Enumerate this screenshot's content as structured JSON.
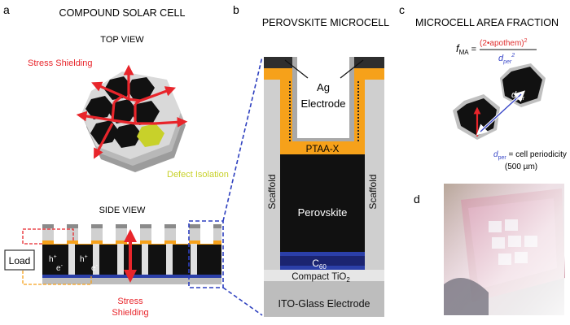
{
  "panels": {
    "a": {
      "letter": "a",
      "title": "COMPOUND SOLAR CELL",
      "top_view": "TOP VIEW",
      "stress_shielding": "Stress Shielding",
      "defect_isolation": "Defect Isolation",
      "side_view": "SIDE VIEW",
      "load": "Load",
      "h_plus": "h",
      "plus_sup": "+",
      "e_minus": "e",
      "minus_sup": "-",
      "stress_label_1": "Stress",
      "stress_label_2": "Shielding"
    },
    "b": {
      "letter": "b",
      "title": "PEROVSKITE MICROCELL",
      "electrode_1": "Ag",
      "electrode_2": "Electrode",
      "ptaa": "PTAA-X",
      "scaffold": "Scaffold",
      "perovskite": "Perovskite",
      "c60": "C",
      "c60_sub": "60",
      "tio2": "Compact TiO",
      "tio2_sub": "2",
      "ito": "ITO-Glass Electrode"
    },
    "c": {
      "letter": "c",
      "title": "MICROCELL AREA FRACTION",
      "f": "f",
      "f_sub": "MA",
      "equals": " = ",
      "numerator": "(2•apothem)",
      "num_exp": "2",
      "denominator": "d",
      "den_sub": "per",
      "den_exp": "2",
      "apothem": "apothem",
      "dper": "d",
      "dper_sub": "per",
      "dper_def": " = cell periodicity",
      "dper_value": "(500 µm)"
    },
    "d": {
      "letter": "d"
    }
  },
  "colors": {
    "stress_red": "#e8252b",
    "defect_yellow": "#c8d12a",
    "formula_red": "#e03030",
    "formula_blue": "#3a48c8",
    "orange": "#f6a11a",
    "c60_blue": "#2b3fa8",
    "scaffold_gray": "#cfcfcf",
    "ito_gray": "#bdbdbd",
    "dash_blue": "#2d3fbf"
  }
}
